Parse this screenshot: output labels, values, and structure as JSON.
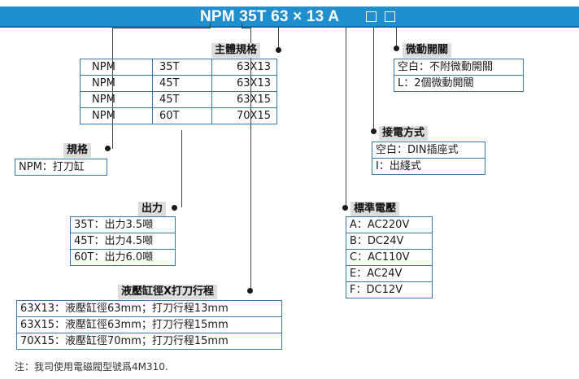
{
  "title": {
    "model_code": "NPM 35T 63 × 13 A"
  },
  "groups": {
    "microswitch": {
      "label": "微動開關",
      "options": [
        "空白：不附微動開關",
        "L：2個微動開關"
      ]
    },
    "main_spec": {
      "label": "主體規格",
      "rows": [
        [
          "NPM",
          "35T",
          "63X13"
        ],
        [
          "NPM",
          "45T",
          "63X13"
        ],
        [
          "NPM",
          "45T",
          "63X15"
        ],
        [
          "NPM",
          "60T",
          "70X15"
        ]
      ]
    },
    "connection": {
      "label": "接電方式",
      "options": [
        "空白：DIN插座式",
        "I：出綫式"
      ]
    },
    "spec": {
      "label": "規格",
      "options": [
        "NPM：打刀缸"
      ]
    },
    "output": {
      "label": "出力",
      "options": [
        "35T：出力3.5噸",
        "45T：出力4.5噸",
        "60T：出力6.0噸"
      ]
    },
    "voltage": {
      "label": "標準電壓",
      "options": [
        "A：AC220V",
        "B：DC24V",
        "C：AC110V",
        "E：AC24V",
        "F：DC12V"
      ]
    },
    "bore_stroke": {
      "label": "液壓缸徑X打刀行程",
      "options": [
        "63X13：液壓缸徑63mm；打刀行程13mm",
        "63X15：液壓缸徑63mm；打刀行程15mm",
        "70X15：液壓缸徑70mm；打刀行程15mm"
      ]
    }
  },
  "note": "注：我司使用電磁閥型號爲4M310.",
  "colors": {
    "title_bar": "#1f8fce",
    "box_border": "#3a78a8",
    "label_bg": "#dcdcdc"
  }
}
